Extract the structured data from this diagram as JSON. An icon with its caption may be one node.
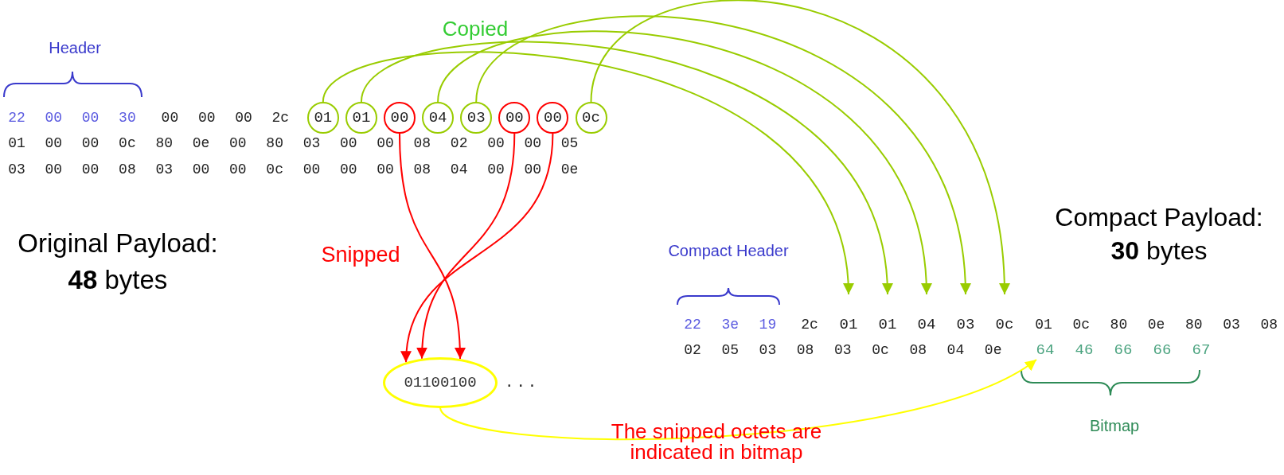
{
  "diagram": {
    "nodes": [
      {
        "text": [
          "01"
        ]
      },
      {
        "text": [
          "01"
        ]
      },
      {
        "text": [
          "00"
        ]
      },
      {
        "text": [
          "04"
        ]
      },
      {
        "text": [
          "03"
        ]
      },
      {
        "text": [
          "00"
        ]
      },
      {
        "text": [
          "00"
        ]
      },
      {
        "text": [
          "0c"
        ]
      },
      {
        "text": [
          "01"
        ]
      },
      {
        "text": [
          "01"
        ]
      },
      {
        "text": [
          "04"
        ]
      },
      {
        "text": [
          "03"
        ]
      },
      {
        "text": [
          "0c"
        ]
      },
      {
        "text": [
          "01100100"
        ],
        "beside": [
          "..."
        ]
      },
      {
        "text": [
          "64 46 66 66 67"
        ]
      }
    ],
    "edges": [
      {
        "from": 0,
        "to": 8,
        "arrow": "to"
      },
      {
        "from": 1,
        "to": 9,
        "arrow": "to"
      },
      {
        "from": 3,
        "to": 10,
        "arrow": "to"
      },
      {
        "from": 4,
        "to": 11,
        "arrow": "to"
      },
      {
        "from": 7,
        "to": 12,
        "arrow": "to"
      },
      {
        "from": 2,
        "to": 13,
        "arrow": "to",
        "color": "#ff0000"
      },
      {
        "from": 5,
        "to": 13,
        "arrow": "to",
        "color": "#ff0000"
      },
      {
        "from": 6,
        "to": 13,
        "arrow": "to",
        "color": "#ff0000"
      },
      {
        "from": 13,
        "to": 14,
        "arrow": "to",
        "color": "#ffff00"
      }
    ],
    "labels": [
      "Copied",
      "Header",
      "22 00 00 30",
      "00 00 00 2c",
      "01 00 00 0c 80 0e 00 80 03 00 00 08 02 00 00 05",
      "03 00 00 08 03 00 00 0c 00 00 00 08 04 00 00 0e",
      "Original Payload: **48** bytes",
      "Snipped",
      "Compact Payload: **30** bytes",
      "Compact Header",
      "22 3e 19",
      "2c",
      "01 0c 80 0e 80 03 08",
      "02 05 03 08 03 0c 08 04 0e",
      "Bitmap",
      "The snipped octets are indicated in bitmap"
    ]
  }
}
